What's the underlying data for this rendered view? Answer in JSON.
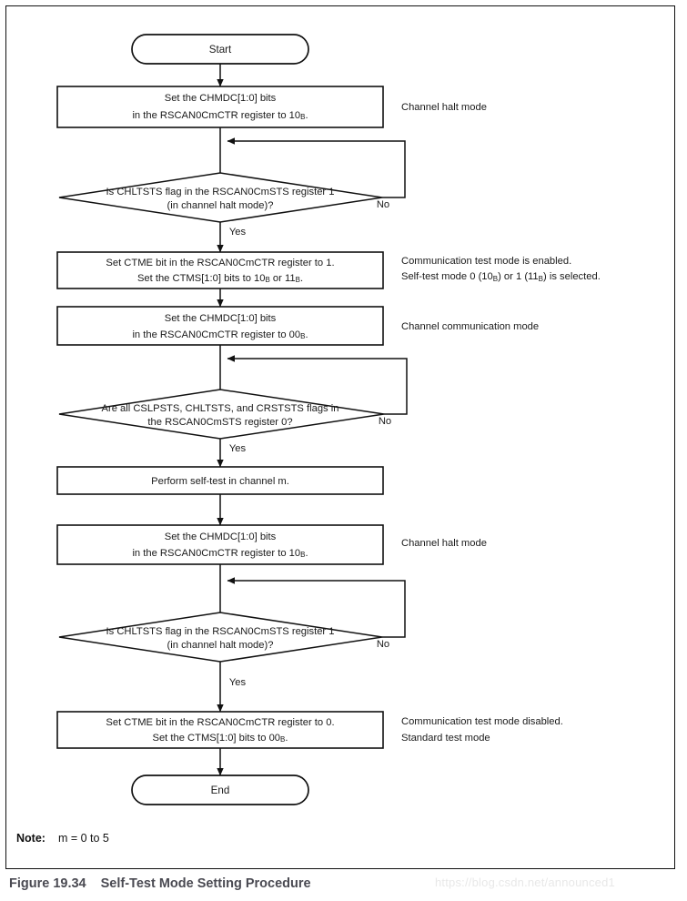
{
  "figure": {
    "caption_number": "Figure 19.34",
    "caption_title": "Self-Test Mode Setting Procedure",
    "note_label": "Note:",
    "note_value": "m = 0 to 5",
    "watermark": "https://blog.csdn.net/announced1"
  },
  "chart_data": {
    "type": "diagram",
    "diagram_kind": "flowchart",
    "title": "Self-Test Mode Setting Procedure",
    "nodes": [
      {
        "id": "start",
        "shape": "terminator",
        "text": [
          "Start"
        ]
      },
      {
        "id": "box1",
        "shape": "process",
        "text": [
          "Set the CHMDC[1:0] bits",
          "in the RSCAN0CmCTR register to 10B."
        ]
      },
      {
        "id": "dec1",
        "shape": "decision",
        "text": [
          "Is CHLTSTS flag in the RSCAN0CmSTS register 1",
          "(in channel halt mode)?"
        ]
      },
      {
        "id": "box2",
        "shape": "process",
        "text": [
          "Set CTME bit in the RSCAN0CmCTR register to 1.",
          "Set the CTMS[1:0] bits to 10B or 11B."
        ]
      },
      {
        "id": "box3",
        "shape": "process",
        "text": [
          "Set the CHMDC[1:0] bits",
          "in the RSCAN0CmCTR register to 00B."
        ]
      },
      {
        "id": "dec2",
        "shape": "decision",
        "text": [
          "Are all CSLPSTS, CHLTSTS, and CRSTSTS flags in",
          "the RSCAN0CmSTS register 0?"
        ]
      },
      {
        "id": "box4",
        "shape": "process",
        "text": [
          "Perform self-test in channel m."
        ]
      },
      {
        "id": "box5",
        "shape": "process",
        "text": [
          "Set the CHMDC[1:0] bits",
          "in the RSCAN0CmCTR register to 10B."
        ]
      },
      {
        "id": "dec3",
        "shape": "decision",
        "text": [
          "Is CHLTSTS flag in the RSCAN0CmSTS register 1",
          "(in channel halt mode)?"
        ]
      },
      {
        "id": "box6",
        "shape": "process",
        "text": [
          "Set CTME bit in the RSCAN0CmCTR register to 0.",
          "Set the CTMS[1:0] bits to 00B."
        ]
      },
      {
        "id": "end",
        "shape": "terminator",
        "text": [
          "End"
        ]
      }
    ],
    "edge_labels": {
      "dec1_yes": "Yes",
      "dec1_no": "No",
      "dec2_yes": "Yes",
      "dec2_no": "No",
      "dec3_yes": "Yes",
      "dec3_no": "No"
    },
    "annotations": [
      {
        "for": "box1",
        "text": [
          "Channel halt mode"
        ]
      },
      {
        "for": "box2",
        "text": [
          "Communication test mode is enabled.",
          "Self-test mode 0 (10B) or 1 (11B) is selected."
        ]
      },
      {
        "for": "box3",
        "text": [
          "Channel communication mode"
        ]
      },
      {
        "for": "box5",
        "text": [
          "Channel halt mode"
        ]
      },
      {
        "for": "box6",
        "text": [
          "Communication test mode disabled.",
          "Standard test mode"
        ]
      }
    ],
    "colors": {
      "stroke": "#111111",
      "fill": "#ffffff",
      "text": "#1a1a1a",
      "caption": "#4a4a52",
      "watermark": "#e8e8e8"
    }
  },
  "nodes": {
    "start": {
      "line1": "Start"
    },
    "box1": {
      "line1": "Set the CHMDC[1:0] bits",
      "line2a": "in the RSCAN0CmCTR register to 10",
      "line2b": "B",
      "line2c": "."
    },
    "dec1": {
      "line1": "Is CHLTSTS flag in the RSCAN0CmSTS register 1",
      "line2": "(in channel halt mode)?"
    },
    "box2": {
      "line1": "Set CTME bit in the RSCAN0CmCTR register to 1.",
      "line2a": "Set the CTMS[1:0] bits to 10",
      "line2b": "B",
      "line2c": " or 11",
      "line2d": "B",
      "line2e": "."
    },
    "box3": {
      "line1": "Set the CHMDC[1:0] bits",
      "line2a": "in the RSCAN0CmCTR register to 00",
      "line2b": "B",
      "line2c": "."
    },
    "dec2": {
      "line1": "Are all CSLPSTS, CHLTSTS, and CRSTSTS flags in",
      "line2": "the RSCAN0CmSTS register 0?"
    },
    "box4": {
      "line1": "Perform self-test in channel m."
    },
    "box5": {
      "line1": "Set the CHMDC[1:0] bits",
      "line2a": "in the RSCAN0CmCTR register to 10",
      "line2b": "B",
      "line2c": "."
    },
    "dec3": {
      "line1": "Is CHLTSTS flag in the RSCAN0CmSTS register 1",
      "line2": "(in channel halt mode)?"
    },
    "box6": {
      "line1": "Set CTME bit in the RSCAN0CmCTR register to 0.",
      "line2a": "Set the CTMS[1:0] bits to 00",
      "line2b": "B",
      "line2c": "."
    },
    "end": {
      "line1": "End"
    }
  },
  "labels": {
    "dec1_yes": "Yes",
    "dec1_no": "No",
    "dec2_yes": "Yes",
    "dec2_no": "No",
    "dec3_yes": "Yes",
    "dec3_no": "No"
  },
  "annotations": {
    "a1": {
      "line1": "Channel halt mode"
    },
    "a2": {
      "line1": "Communication test mode is enabled.",
      "line2a": "Self-test mode 0 (10",
      "line2b": "B",
      "line2c": ") or 1 (11",
      "line2d": "B",
      "line2e": ") is selected."
    },
    "a3": {
      "line1": "Channel communication mode"
    },
    "a5": {
      "line1": "Channel halt mode"
    },
    "a6": {
      "line1": "Communication test mode disabled.",
      "line2": "Standard test mode"
    }
  }
}
